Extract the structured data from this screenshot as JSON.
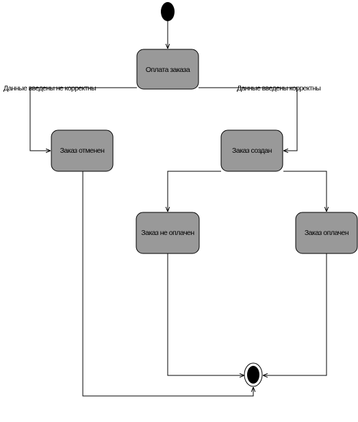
{
  "colors": {
    "state_fill": "#999999",
    "stroke": "#000000",
    "background": "#ffffff"
  },
  "states": {
    "payment": "Оплата заказа",
    "cancelled": "Заказ отменен",
    "created": "Заказ создан",
    "not_paid": "Заказ не оплачен",
    "paid": "Заказ оплачен"
  },
  "transitions": {
    "incorrect": "Данные введены не корректны",
    "correct": "Данные введены корректны"
  }
}
